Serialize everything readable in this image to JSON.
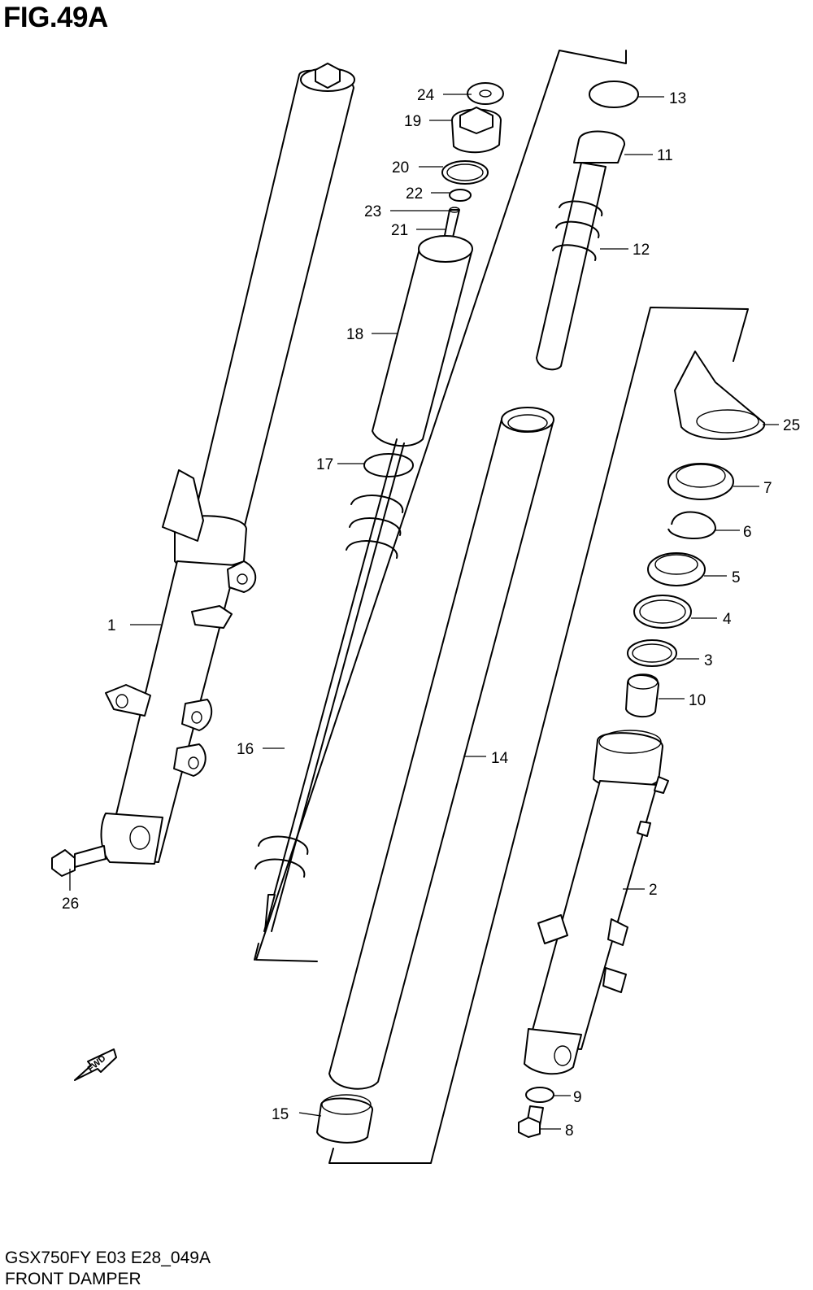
{
  "figure": {
    "title": "FIG.49A",
    "code": "GSX750FY E03 E28_049A",
    "name": "FRONT DAMPER"
  },
  "fwd_arrow": {
    "label": "FWD"
  },
  "callouts": {
    "c1": "1",
    "c2": "2",
    "c3": "3",
    "c4": "4",
    "c5": "5",
    "c6": "6",
    "c7": "7",
    "c8": "8",
    "c9": "9",
    "c10": "10",
    "c11": "11",
    "c12": "12",
    "c13": "13",
    "c14": "14",
    "c15": "15",
    "c16": "16",
    "c17": "17",
    "c18": "18",
    "c19": "19",
    "c20": "20",
    "c21": "21",
    "c22": "22",
    "c23": "23",
    "c24": "24",
    "c25": "25",
    "c26": "26"
  }
}
